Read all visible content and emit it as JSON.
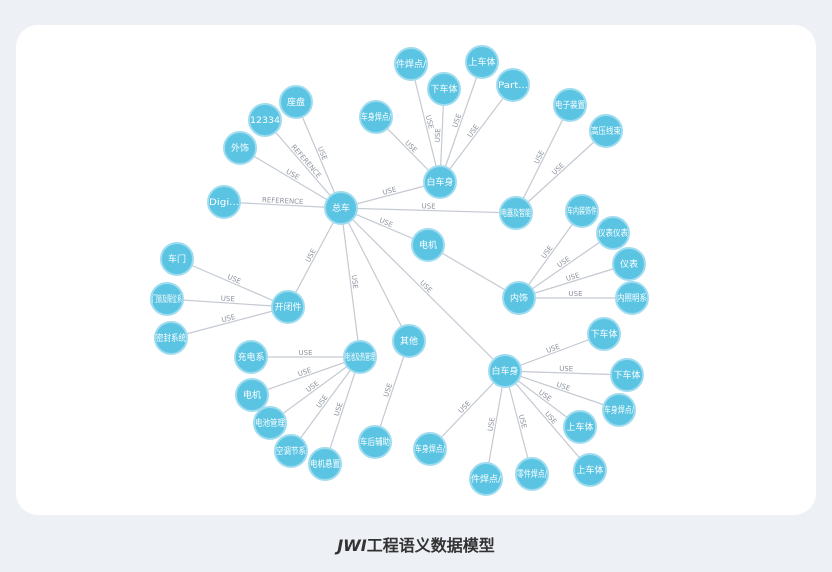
{
  "caption": {
    "prefix": "JWI",
    "rest": "工程语义数据模型"
  },
  "colors": {
    "node": "#5bc4e3",
    "node_border": "#9fdcef",
    "edge": "#c4c9d2",
    "edge_label": "#8c929c",
    "card": "#ffffff",
    "background": "#edf1f6"
  },
  "graph": {
    "nodes": [
      {
        "id": "zongche",
        "label": "总车"
      },
      {
        "id": "zuoyi",
        "label": "座盘"
      },
      {
        "id": "n12334",
        "label": "12334"
      },
      {
        "id": "waishi",
        "label": "外饰"
      },
      {
        "id": "digi",
        "label": "Digi..."
      },
      {
        "id": "baiche_top",
        "label": "白车身"
      },
      {
        "id": "hj_top1",
        "label": "件焊点/"
      },
      {
        "id": "xcheti_top",
        "label": "下车体"
      },
      {
        "id": "scheti_top",
        "label": "上车体"
      },
      {
        "id": "part",
        "label": "Part..."
      },
      {
        "id": "cshj_top",
        "label": "车身焊点/"
      },
      {
        "id": "dqzn",
        "label": "电器及智能"
      },
      {
        "id": "dzzz",
        "label": "电子装置"
      },
      {
        "id": "gyxs",
        "label": "高压线束"
      },
      {
        "id": "dianji",
        "label": "电机"
      },
      {
        "id": "neishi",
        "label": "内饰"
      },
      {
        "id": "cnzs",
        "label": "车内装饰件"
      },
      {
        "id": "ybyq",
        "label": "仪表仪表"
      },
      {
        "id": "yibiao",
        "label": "仪表"
      },
      {
        "id": "cnzm",
        "label": "内照明系"
      },
      {
        "id": "kaibijian",
        "label": "开闭件"
      },
      {
        "id": "chemen",
        "label": "车门"
      },
      {
        "id": "mjdw",
        "label": "门锁及限位系"
      },
      {
        "id": "mfxt",
        "label": "密封系统"
      },
      {
        "id": "qita",
        "label": "其他"
      },
      {
        "id": "chfz",
        "label": "车后辅助"
      },
      {
        "id": "dcgl",
        "label": "电池及热管理"
      },
      {
        "id": "chongdian",
        "label": "充电系"
      },
      {
        "id": "dianji2",
        "label": "电机"
      },
      {
        "id": "dcgz",
        "label": "电池管理"
      },
      {
        "id": "ktjj",
        "label": "空调节系"
      },
      {
        "id": "djzz",
        "label": "电机悬置"
      },
      {
        "id": "baiche_bot",
        "label": "白车身"
      },
      {
        "id": "xcheti_b1",
        "label": "下车体"
      },
      {
        "id": "xcheti_b2",
        "label": "下车体"
      },
      {
        "id": "cshj_b1",
        "label": "车身焊点/"
      },
      {
        "id": "scheti_b1",
        "label": "上车体"
      },
      {
        "id": "scheti_b2",
        "label": "上车体"
      },
      {
        "id": "hj_b1",
        "label": "零件焊点/"
      },
      {
        "id": "hj_b2",
        "label": "件焊点/"
      },
      {
        "id": "cshj_b2",
        "label": "车身焊点/"
      }
    ],
    "edges": [
      {
        "from": "zuoyi",
        "to": "zongche",
        "label": "USE"
      },
      {
        "from": "n12334",
        "to": "zongche",
        "label": "REFERENCE"
      },
      {
        "from": "waishi",
        "to": "zongche",
        "label": "USE"
      },
      {
        "from": "digi",
        "to": "zongche",
        "label": "REFERENCE"
      },
      {
        "from": "zongche",
        "to": "baiche_top",
        "label": "USE"
      },
      {
        "from": "zongche",
        "to": "dqzn",
        "label": "USE"
      },
      {
        "from": "zongche",
        "to": "dianji",
        "label": "USE"
      },
      {
        "from": "zongche",
        "to": "kaibijian",
        "label": "USE"
      },
      {
        "from": "zongche",
        "to": "dcgl",
        "label": "USE"
      },
      {
        "from": "zongche",
        "to": "qita",
        "label": ""
      },
      {
        "from": "zongche",
        "to": "baiche_bot",
        "label": "USE"
      },
      {
        "from": "baiche_top",
        "to": "hj_top1",
        "label": "USE"
      },
      {
        "from": "baiche_top",
        "to": "xcheti_top",
        "label": "USE"
      },
      {
        "from": "baiche_top",
        "to": "scheti_top",
        "label": "USE"
      },
      {
        "from": "baiche_top",
        "to": "part",
        "label": "USE"
      },
      {
        "from": "baiche_top",
        "to": "cshj_top",
        "label": "USE"
      },
      {
        "from": "dqzn",
        "to": "dzzz",
        "label": "USE"
      },
      {
        "from": "dqzn",
        "to": "gyxs",
        "label": "USE"
      },
      {
        "from": "dianji",
        "to": "neishi",
        "label": ""
      },
      {
        "from": "neishi",
        "to": "cnzs",
        "label": "USE"
      },
      {
        "from": "neishi",
        "to": "ybyq",
        "label": "USE"
      },
      {
        "from": "neishi",
        "to": "yibiao",
        "label": "USE"
      },
      {
        "from": "neishi",
        "to": "cnzm",
        "label": "USE"
      },
      {
        "from": "kaibijian",
        "to": "chemen",
        "label": "USE"
      },
      {
        "from": "kaibijian",
        "to": "mjdw",
        "label": "USE"
      },
      {
        "from": "kaibijian",
        "to": "mfxt",
        "label": "USE"
      },
      {
        "from": "qita",
        "to": "chfz",
        "label": "USE"
      },
      {
        "from": "dcgl",
        "to": "chongdian",
        "label": "USE"
      },
      {
        "from": "dcgl",
        "to": "dianji2",
        "label": "USE"
      },
      {
        "from": "dcgl",
        "to": "dcgz",
        "label": "USE"
      },
      {
        "from": "dcgl",
        "to": "ktjj",
        "label": "USE"
      },
      {
        "from": "dcgl",
        "to": "djzz",
        "label": "USE"
      },
      {
        "from": "baiche_bot",
        "to": "xcheti_b1",
        "label": "USE"
      },
      {
        "from": "baiche_bot",
        "to": "xcheti_b2",
        "label": "USE"
      },
      {
        "from": "baiche_bot",
        "to": "cshj_b1",
        "label": "USE"
      },
      {
        "from": "baiche_bot",
        "to": "scheti_b1",
        "label": "USE"
      },
      {
        "from": "baiche_bot",
        "to": "scheti_b2",
        "label": "USE"
      },
      {
        "from": "baiche_bot",
        "to": "hj_b1",
        "label": "USE"
      },
      {
        "from": "baiche_bot",
        "to": "hj_b2",
        "label": "USE"
      },
      {
        "from": "baiche_bot",
        "to": "cshj_b2",
        "label": "USE"
      }
    ]
  }
}
